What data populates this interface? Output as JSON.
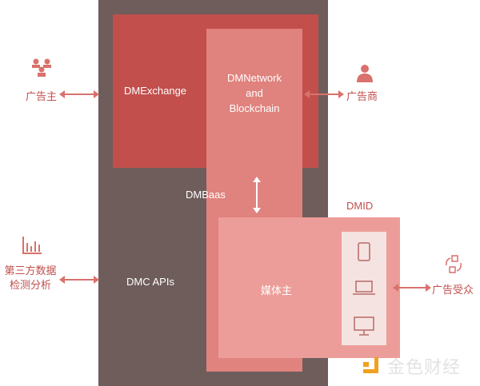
{
  "blocks": {
    "exchange": "DMExchange",
    "network_line1": "DMNetwork",
    "network_line2": "and",
    "network_line3": "Blockchain",
    "baas": "DMBaas",
    "apis": "DMC APIs",
    "dmid": "DMID",
    "media": "媒体主"
  },
  "actors": {
    "advertiser": "广告主",
    "ad_agency": "广告商",
    "third_party_line1": "第三方数据",
    "third_party_line2": "检测分析",
    "audience": "广告受众"
  },
  "watermark": "金色财经",
  "colors": {
    "core": "#6f5d5b",
    "exchange": "#c24f4c",
    "network": "#e0827d",
    "dmid": "#ec9d99",
    "accent": "#c0504d"
  }
}
